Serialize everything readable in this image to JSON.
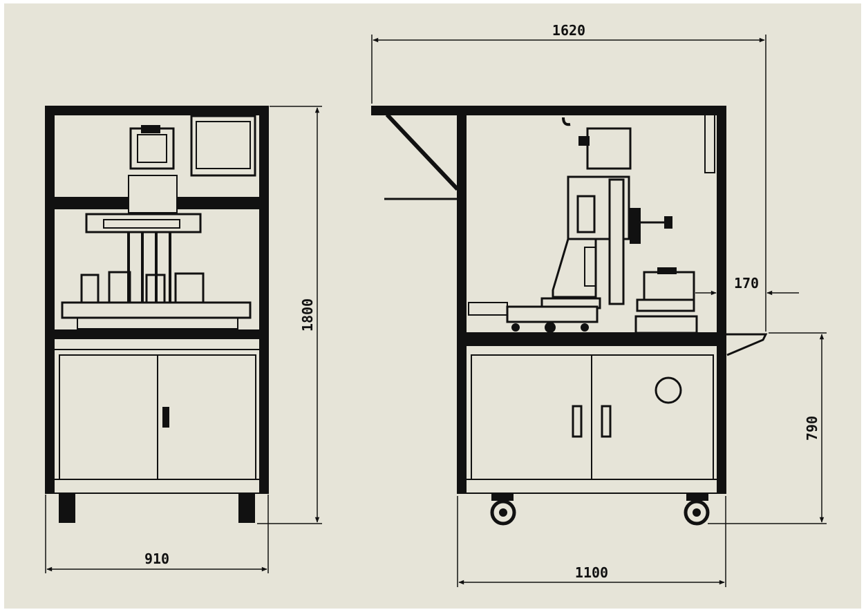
{
  "drawing": {
    "background": "#e6e4d8",
    "line_color": "#111111",
    "dimensions": {
      "front_width": "910",
      "overall_height": "1800",
      "side_depth_top": "1620",
      "side_depth_base": "1100",
      "table_height": "790",
      "shelf_overhang": "170"
    }
  }
}
